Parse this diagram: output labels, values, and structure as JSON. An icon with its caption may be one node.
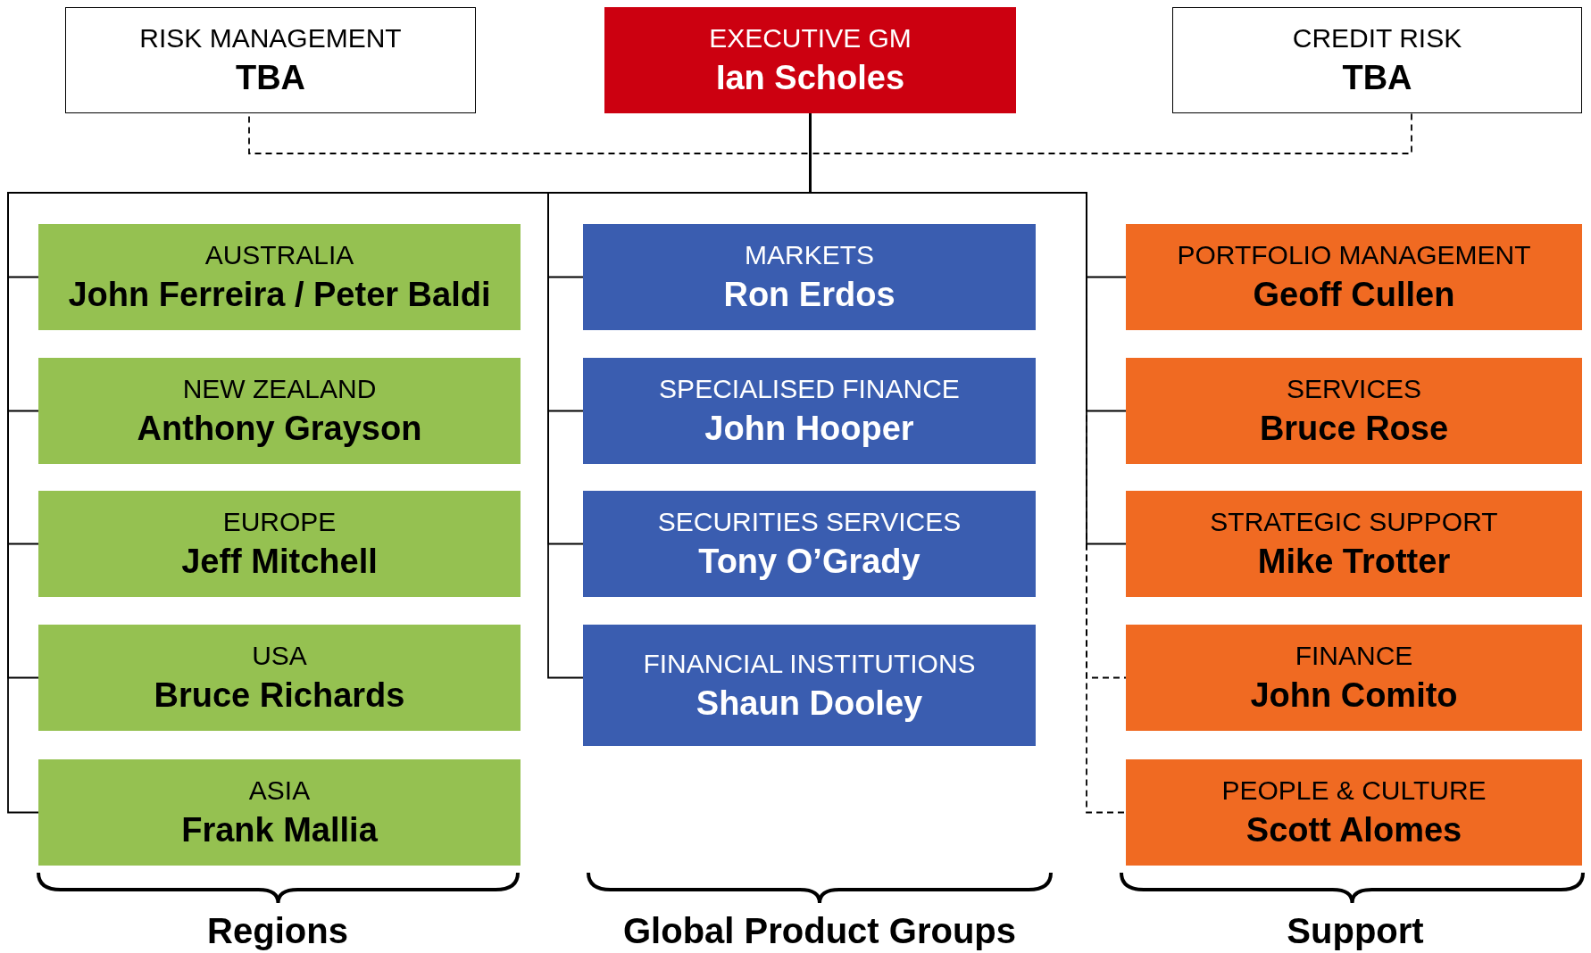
{
  "diagram": {
    "nodes": [
      {
        "text": [
          "RISK MANAGEMENT",
          "TBA"
        ]
      },
      {
        "text": [
          "EXECUTIVE GM",
          "Ian Scholes"
        ]
      },
      {
        "text": [
          "CREDIT RISK",
          "TBA"
        ]
      },
      {
        "text": [
          "AUSTRALIA",
          "John Ferreira / Peter Baldi"
        ]
      },
      {
        "text": [
          "NEW ZEALAND",
          "Anthony Grayson"
        ]
      },
      {
        "text": [
          "EUROPE",
          "Jeff Mitchell"
        ]
      },
      {
        "text": [
          "USA",
          "Bruce Richards"
        ]
      },
      {
        "text": [
          "ASIA",
          "Frank Mallia"
        ]
      },
      {
        "text": [
          "MARKETS",
          "Ron Erdos"
        ]
      },
      {
        "text": [
          "SPECIALISED FINANCE",
          "John Hooper"
        ]
      },
      {
        "text": [
          "SECURITIES SERVICES",
          "Tony O’Grady"
        ]
      },
      {
        "text": [
          "FINANCIAL INSTITUTIONS",
          "Shaun Dooley"
        ]
      },
      {
        "text": [
          "PORTFOLIO MANAGEMENT",
          "Geoff Cullen"
        ]
      },
      {
        "text": [
          "SERVICES",
          "Bruce Rose"
        ]
      },
      {
        "text": [
          "STRATEGIC SUPPORT",
          "Mike Trotter"
        ]
      },
      {
        "text": [
          "FINANCE",
          "John Comito"
        ]
      },
      {
        "text": [
          "PEOPLE & CULTURE",
          "Scott Alomes"
        ]
      }
    ],
    "edges": [
      {
        "from": 1,
        "to": 0,
        "arrow": "none",
        "style": "dashed"
      },
      {
        "from": 1,
        "to": 2,
        "arrow": "none",
        "style": "dashed"
      },
      {
        "from": 1,
        "to": 3,
        "arrow": "none"
      },
      {
        "from": 1,
        "to": 4,
        "arrow": "none"
      },
      {
        "from": 1,
        "to": 5,
        "arrow": "none"
      },
      {
        "from": 1,
        "to": 6,
        "arrow": "none"
      },
      {
        "from": 1,
        "to": 7,
        "arrow": "none"
      },
      {
        "from": 1,
        "to": 8,
        "arrow": "none"
      },
      {
        "from": 1,
        "to": 9,
        "arrow": "none"
      },
      {
        "from": 1,
        "to": 10,
        "arrow": "none"
      },
      {
        "from": 1,
        "to": 11,
        "arrow": "none"
      },
      {
        "from": 1,
        "to": 12,
        "arrow": "none"
      },
      {
        "from": 1,
        "to": 13,
        "arrow": "none"
      },
      {
        "from": 1,
        "to": 14,
        "arrow": "none"
      },
      {
        "from": 1,
        "to": 15,
        "arrow": "none",
        "style": "dashed"
      },
      {
        "from": 1,
        "to": 16,
        "arrow": "none",
        "style": "dashed"
      }
    ],
    "labels": [
      "Regions",
      "Global Product Groups",
      "Support"
    ]
  }
}
